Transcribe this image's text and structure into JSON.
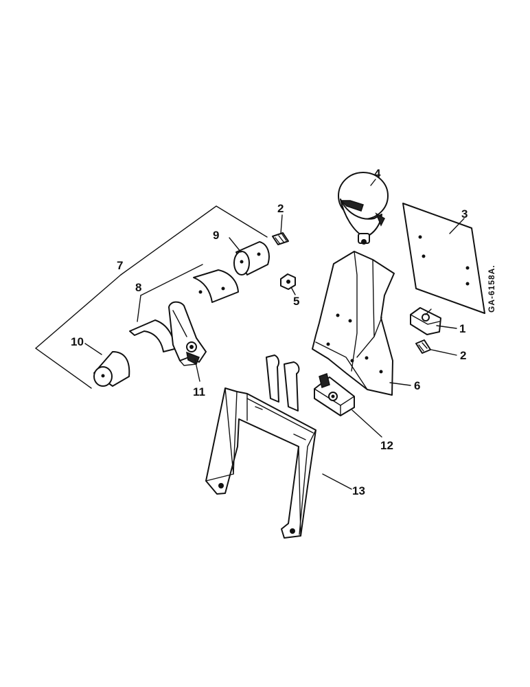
{
  "diagram": {
    "drawing_code": "GA-6158A.",
    "callouts": [
      "1",
      "2",
      "3",
      "4",
      "5",
      "6",
      "7",
      "8",
      "9",
      "10",
      "11",
      "12",
      "13",
      "2"
    ]
  }
}
